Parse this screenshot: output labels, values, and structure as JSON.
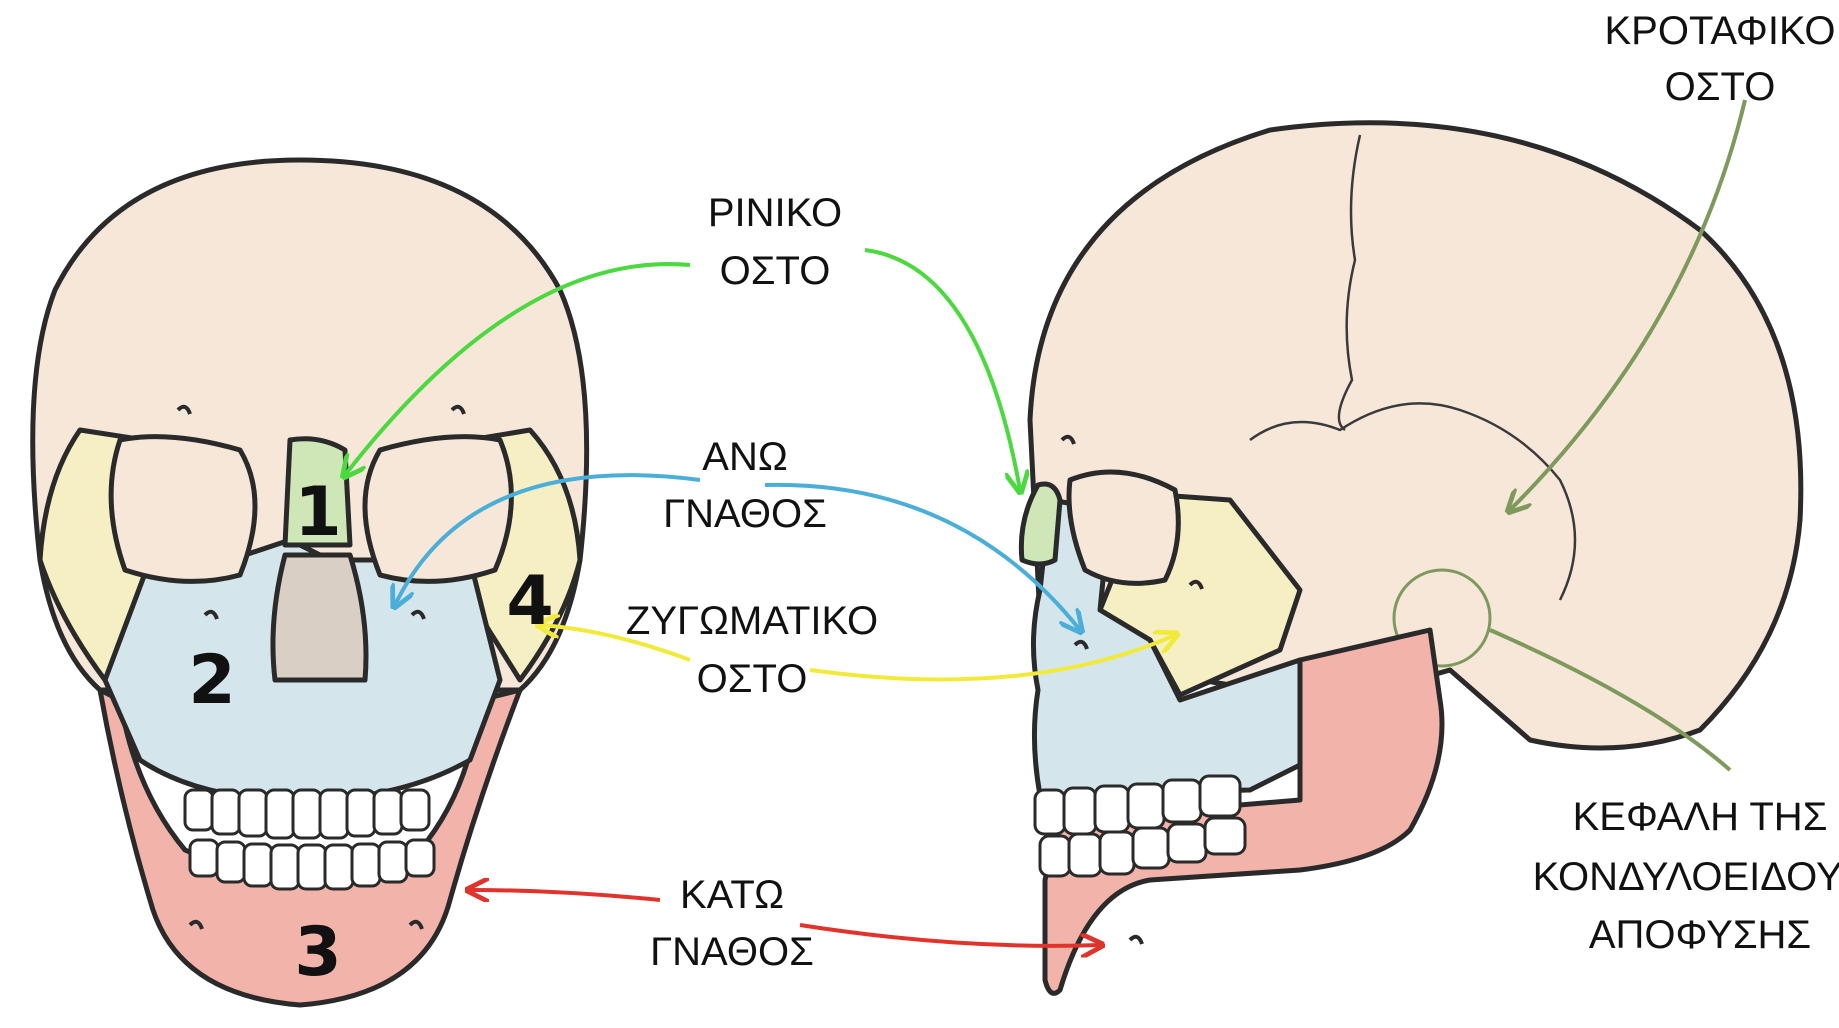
{
  "labels": {
    "nasal_line1": "ΡΙΝΙΚΟ",
    "nasal_line2": "ΟΣΤΟ",
    "maxilla_line1": "ΑΝΩ",
    "maxilla_line2": "ΓΝΑΘΟΣ",
    "zygomatic_line1": "ΖΥΓΩΜΑΤΙΚΟ",
    "zygomatic_line2": "ΟΣΤΟ",
    "mandible_line1": "ΚΑΤΩ",
    "mandible_line2": "ΓΝΑΘΟΣ",
    "temporal_line1": "ΚΡΟΤΑΦΙΚΟ",
    "temporal_line2": "ΟΣΤΟ",
    "condyle_line1": "ΚΕΦΑΛΗ ΤΗΣ",
    "condyle_line2": "ΚΟΝΔΥΛΟΕΙΔΟΥΣ",
    "condyle_line3": "ΑΠΟΦΥΣΗΣ"
  },
  "numbers": {
    "n1": "1",
    "n2": "2",
    "n3": "3",
    "n4": "4"
  },
  "colors": {
    "cranium": "#f6e7d9",
    "nasal": "#cfe6b6",
    "maxilla": "#d4e6ec",
    "zygomatic": "#f7efc4",
    "mandible": "#f2b3ab",
    "arrow_nasal": "#4cd93f",
    "arrow_maxilla": "#4aaed8",
    "arrow_zygomatic": "#f2ea3b",
    "arrow_mandible": "#e0332c",
    "arrow_temporal": "#7d9a5c"
  },
  "icons": {
    "front_view": "skull-front-illustration",
    "side_view": "skull-side-illustration"
  }
}
